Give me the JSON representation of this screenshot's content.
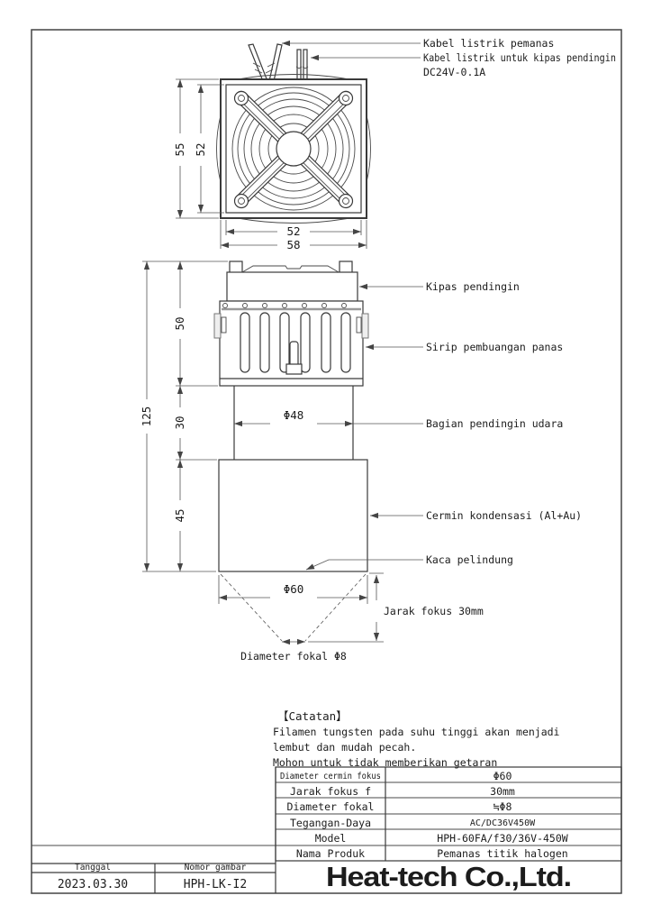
{
  "connections": {
    "heater_cable": "Kabel listrik pemanas",
    "fan_cable": "Kabel listrik untuk kipas pendingin",
    "fan_cable_spec": "DC24V-0.1A"
  },
  "labels": {
    "fan": "Kipas pendingin",
    "fins": "Sirip pembuangan panas",
    "air": "Bagian pendingin udara",
    "mirror": "Cermin kondensasi (Al+Au)",
    "glass": "Kaca pelindung",
    "focus_distance": "Jarak fokus 30mm",
    "focal_diameter": "Diameter fokal Φ8"
  },
  "dims": {
    "top_height_outer": "55",
    "top_height_inner": "52",
    "top_width_inner": "52",
    "top_width_outer": "58",
    "fin_section": "50",
    "cylinder_section": "30",
    "mirror_section": "45",
    "total_height": "125",
    "cylinder_diameter": "Φ48",
    "mirror_diameter": "Φ60"
  },
  "notes": {
    "heading": "【Catatan】",
    "line1": "Filamen tungsten pada suhu tinggi akan menjadi",
    "line2": "lembut dan mudah pecah.",
    "line3": "Mohon untuk tidak memberikan getaran"
  },
  "spec": {
    "rows": [
      {
        "label": "Diameter cermin fokus",
        "value": "Φ60"
      },
      {
        "label": "Jarak fokus f",
        "value": "30mm"
      },
      {
        "label": "Diameter fokal",
        "value": "≒Φ8"
      },
      {
        "label": "Tegangan-Daya",
        "value": "AC/DC36V450W"
      },
      {
        "label": "Model",
        "value": "HPH-60FA/f30/36V-450W"
      },
      {
        "label": "Nama Produk",
        "value": "Pemanas titik halogen"
      }
    ]
  },
  "title_block": {
    "date_label": "Tanggal",
    "date_value": "2023.03.30",
    "no_label": "Nomor gambar",
    "no_value": "HPH-LK-I2"
  },
  "brand": {
    "name": "Heat-tech Co.,Ltd.",
    "color": "#ee1111"
  }
}
